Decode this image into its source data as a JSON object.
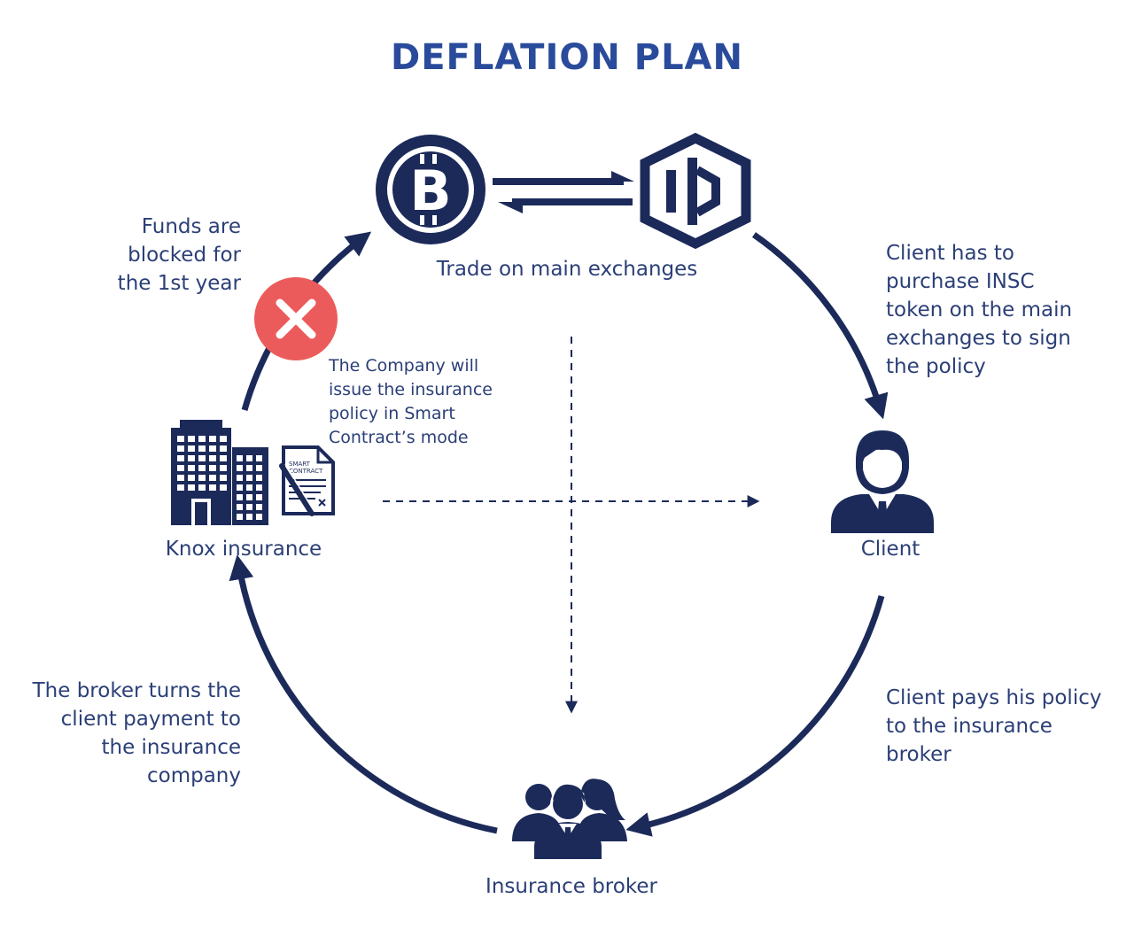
{
  "title": "DEFLATION PLAN",
  "colors": {
    "navy": "#1c2a5a",
    "title_blue": "#2a4b9b",
    "text": "#2b3f77",
    "red": "#ec5b5b"
  },
  "nodes": {
    "exchanges": {
      "label": "Trade on main exchanges",
      "icons": [
        "bitcoin-icon",
        "insc-token-icon"
      ]
    },
    "client": {
      "label": "Client",
      "icon": "client-person-icon"
    },
    "broker": {
      "label": "Insurance broker",
      "icon": "broker-group-icon"
    },
    "knox": {
      "label": "Knox insurance",
      "icons": [
        "building-icon",
        "smart-contract-icon"
      ],
      "contract_text": [
        "SMART",
        "CONTRACT"
      ]
    }
  },
  "annotations": {
    "funds_blocked": [
      "Funds are",
      "blocked for",
      "the 1st year"
    ],
    "client_purchase": [
      "Client has to",
      "purchase INSC",
      "token on the main",
      "exchanges to sign",
      "the policy"
    ],
    "client_pays": [
      "Client pays his policy",
      "to the insurance",
      "broker"
    ],
    "broker_turns": [
      "The broker turns the",
      "client payment to",
      "the insurance",
      "company"
    ],
    "company_issue": [
      "The Company will",
      "issue the insurance",
      "policy in Smart",
      "Contract’s mode"
    ]
  },
  "blocked_marker": "close-icon"
}
